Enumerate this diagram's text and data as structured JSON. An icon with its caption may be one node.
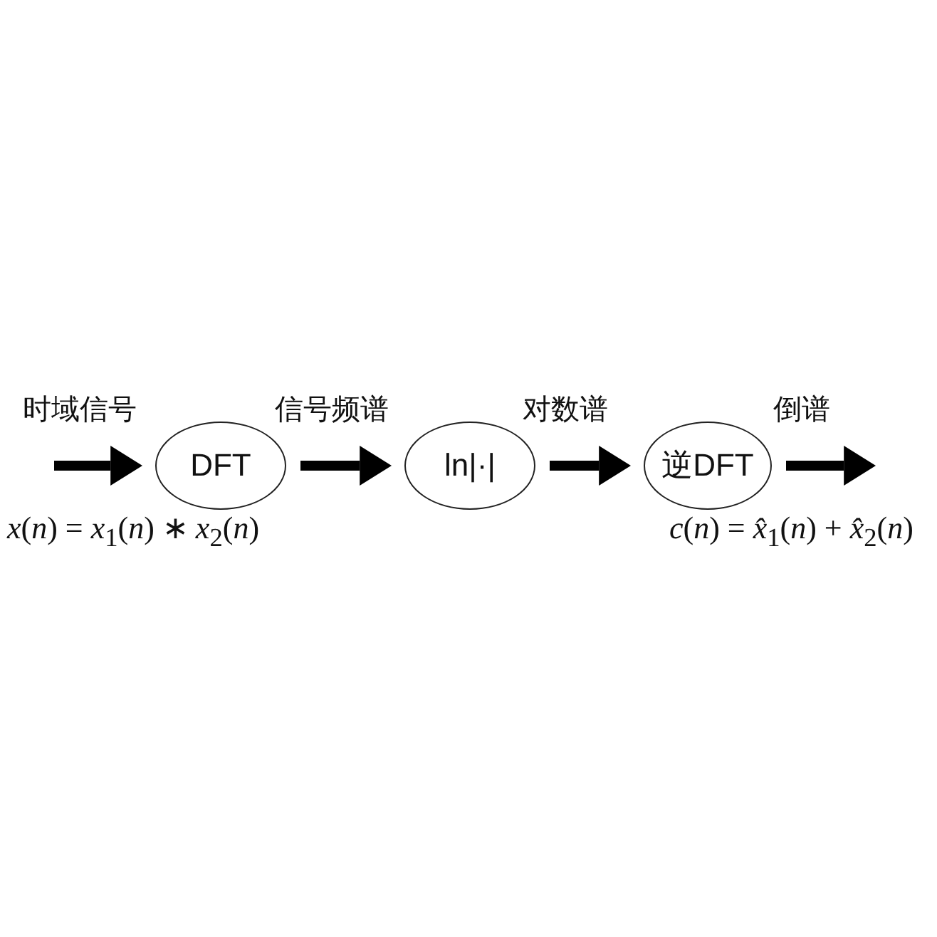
{
  "diagram": {
    "nodes": [
      {
        "text": [
          "DFT"
        ]
      },
      {
        "text": [
          "ln|·|"
        ]
      },
      {
        "text": [
          "逆DFT"
        ]
      }
    ],
    "edges": [
      {
        "from": null,
        "to": 0,
        "arrow": "to",
        "label": "时域信号"
      },
      {
        "from": 0,
        "to": 1,
        "arrow": "to",
        "label": "信号频谱"
      },
      {
        "from": 1,
        "to": 2,
        "arrow": "to",
        "label": "对数谱"
      },
      {
        "from": 2,
        "to": null,
        "arrow": "to",
        "label": "倒谱"
      }
    ],
    "labels": [
      "*x*(*n*) = *x*$_{1}$(*n*) ∗ *x*$_{2}$(*n*)",
      "*c*(*n*) = *x̂*$_{1}$(*n*) + *x̂*$_{2}$(*n*)"
    ]
  }
}
